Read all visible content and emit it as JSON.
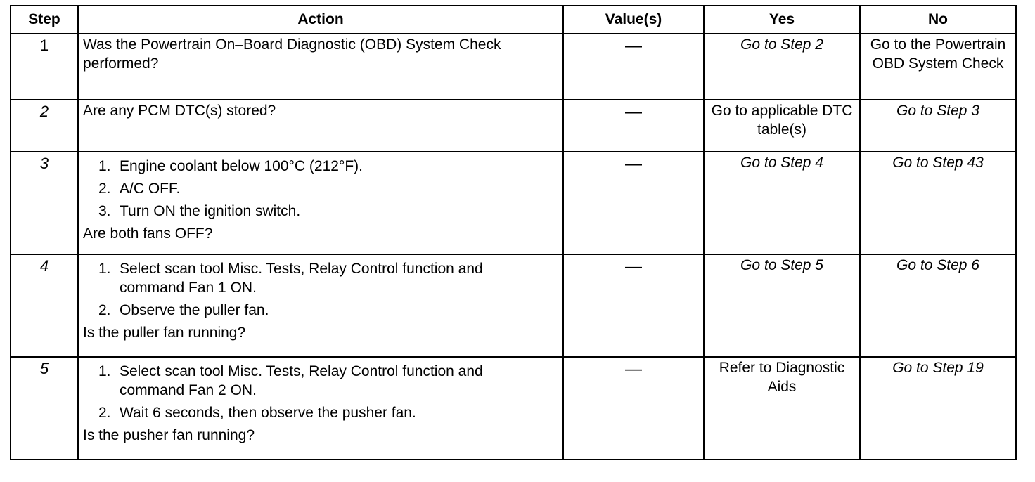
{
  "table": {
    "headers": {
      "step": "Step",
      "action": "Action",
      "values": "Value(s)",
      "yes": "Yes",
      "no": "No"
    },
    "rows": [
      {
        "step": "1",
        "action_text": "Was the Powertrain On–Board Diagnostic (OBD) System Check performed?",
        "value": "—",
        "yes": "Go to Step 2",
        "no": "Go to the Powertrain OBD System Check"
      },
      {
        "step": "2",
        "action_text": "Are any PCM DTC(s) stored?",
        "value": "—",
        "yes": "Go to applicable DTC table(s)",
        "no": "Go to Step 3"
      },
      {
        "step": "3",
        "items": [
          "1.",
          "Engine coolant below 100°C (212°F).",
          "2.",
          "A/C OFF.",
          "3.",
          "Turn ON the ignition switch."
        ],
        "question": "Are both fans OFF?",
        "value": "—",
        "yes": "Go to Step 4",
        "no": "Go to Step 43"
      },
      {
        "step": "4",
        "items": [
          "1.",
          "Select scan tool Misc. Tests, Relay Control function and command Fan 1 ON.",
          "2.",
          "Observe the puller fan."
        ],
        "question": "Is the puller fan running?",
        "value": "—",
        "yes": "Go to Step 5",
        "no": "Go to Step 6"
      },
      {
        "step": "5",
        "items": [
          "1.",
          "Select scan tool Misc. Tests, Relay Control function and command Fan 2 ON.",
          "2.",
          "Wait 6 seconds, then observe the pusher fan."
        ],
        "question": "Is the pusher fan running?",
        "value": "—",
        "yes": "Refer to Diagnostic Aids",
        "no": "Go to Step 19"
      }
    ]
  }
}
